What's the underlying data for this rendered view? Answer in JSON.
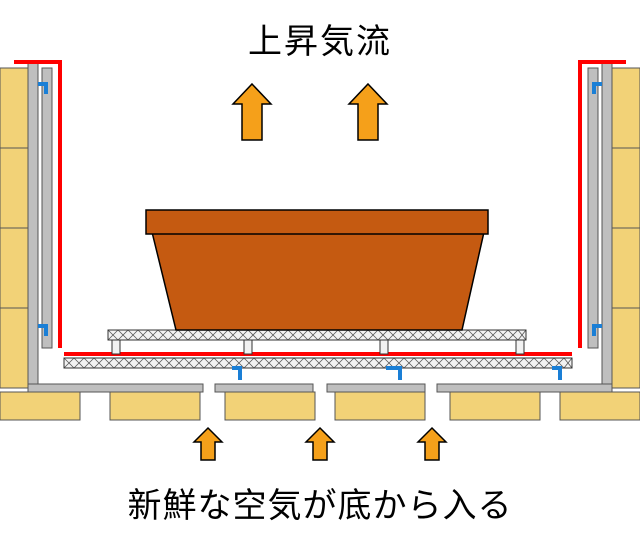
{
  "labels": {
    "top": "上昇気流",
    "bottom": "新鮮な空気が底から入る"
  },
  "colors": {
    "brick": "#f2d277",
    "brick_line": "#555555",
    "pot": "#c55a11",
    "pot_line": "#000000",
    "arrow": "#f5a01a",
    "arrow_line": "#000000",
    "heat_line": "#ff0000",
    "clip": "#1a7fd6",
    "frame": "#bfbfbf",
    "frame_line": "#555555"
  },
  "arrows": {
    "up_count": 2,
    "bottom_count": 3
  }
}
